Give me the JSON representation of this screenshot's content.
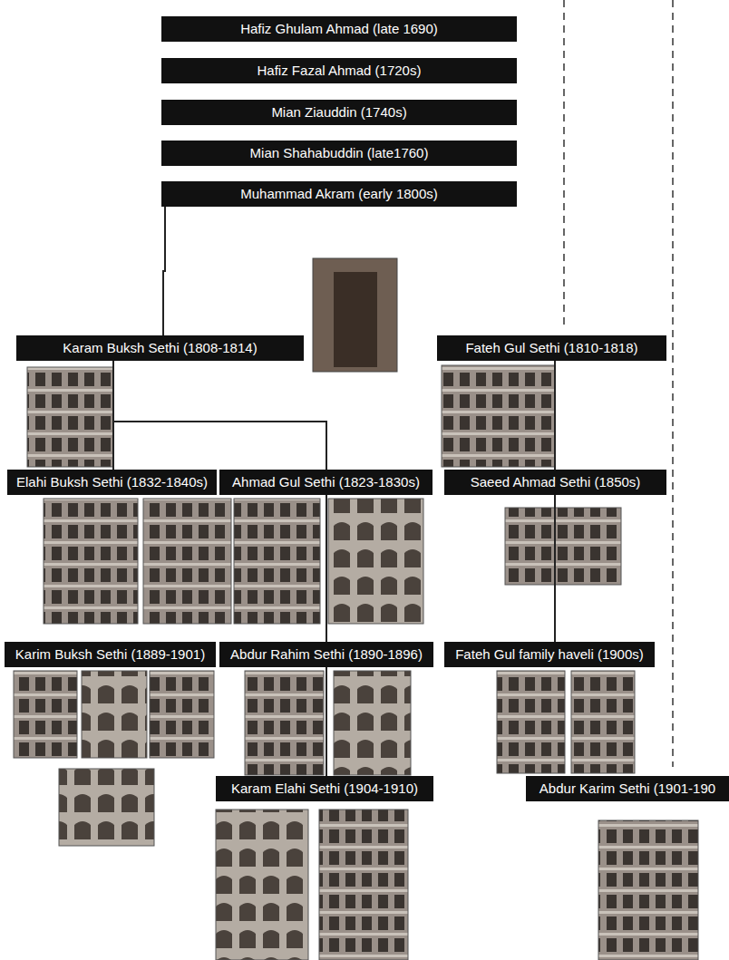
{
  "diagram": {
    "nodes": [
      {
        "text": [
          "Hafiz Ghulam Ahmad (late 1690)"
        ]
      },
      {
        "text": [
          "Hafiz Fazal Ahmad (1720s)"
        ]
      },
      {
        "text": [
          "Mian Ziauddin (1740s)"
        ]
      },
      {
        "text": [
          "Mian Shahabuddin (late1760)"
        ]
      },
      {
        "text": [
          "Muhammad Akram (early 1800s)"
        ]
      },
      {
        "text": [
          "Karam Buksh Sethi (1808-1814)"
        ]
      },
      {
        "text": [
          "Fateh Gul Sethi (1810-1818)"
        ]
      },
      {
        "text": [
          "Elahi Buksh Sethi (1832-1840s)"
        ]
      },
      {
        "text": [
          "Ahmad Gul Sethi (1823-1830s)"
        ]
      },
      {
        "text": [
          "Saeed Ahmad Sethi (1850s)"
        ]
      },
      {
        "text": [
          "Karim Buksh Sethi (1889-1901)"
        ]
      },
      {
        "text": [
          "Abdur Rahim Sethi (1890-1896)"
        ]
      },
      {
        "text": [
          "Fateh Gul family haveli (1900s)"
        ]
      },
      {
        "text": [
          "Karam Elahi Sethi (1904-1910)"
        ]
      },
      {
        "text": [
          "Abdur Karim Sethi (1901-190"
        ]
      }
    ],
    "edges": [
      {
        "from": 4,
        "to": 5,
        "arrow": "none"
      },
      {
        "from": 5,
        "to": 7,
        "arrow": "none"
      },
      {
        "from": 5,
        "to": 8,
        "arrow": "none"
      },
      {
        "from": 6,
        "to": 9,
        "arrow": "none"
      },
      {
        "from": 8,
        "to": 11,
        "arrow": "none"
      },
      {
        "from": 9,
        "to": 12,
        "arrow": "none"
      },
      {
        "from": 11,
        "to": 13,
        "arrow": "none"
      }
    ]
  }
}
